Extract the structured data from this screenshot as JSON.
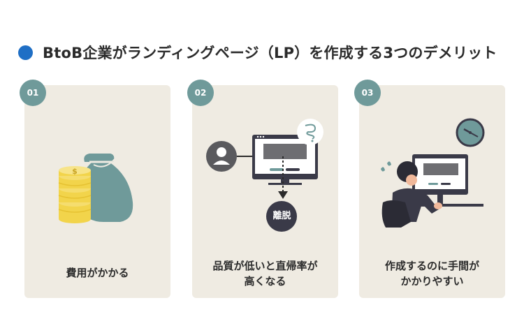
{
  "title": "BtoB企業がランディングページ（LP）を作成する3つのデメリット",
  "colors": {
    "accent_dot": "#1f6fc5",
    "card_bg": "#efebe2",
    "badge": "#6f9a9a",
    "coin": "#f2d44b",
    "teal": "#6f9a9a",
    "dark": "#3a3a48"
  },
  "cards": [
    {
      "number": "01",
      "label_lines": [
        "費用がかかる"
      ],
      "icon": "money-bag-coins-icon"
    },
    {
      "number": "02",
      "label_lines": [
        "品質が低いと直帰率が",
        "高くなる"
      ],
      "icon": "user-leaving-lp-icon",
      "leave_label": "離脱"
    },
    {
      "number": "03",
      "label_lines": [
        "作成するのに手間が",
        "かかりやすい"
      ],
      "icon": "busy-person-clock-icon"
    }
  ]
}
